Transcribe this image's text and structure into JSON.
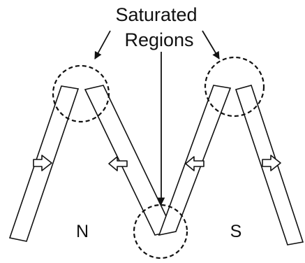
{
  "diagram": {
    "annotation_line1": "Saturated",
    "annotation_line2": "Regions",
    "pole_left": "N",
    "pole_right": "S",
    "stroke_color": "#111111",
    "fill_color": "#ffffff"
  }
}
